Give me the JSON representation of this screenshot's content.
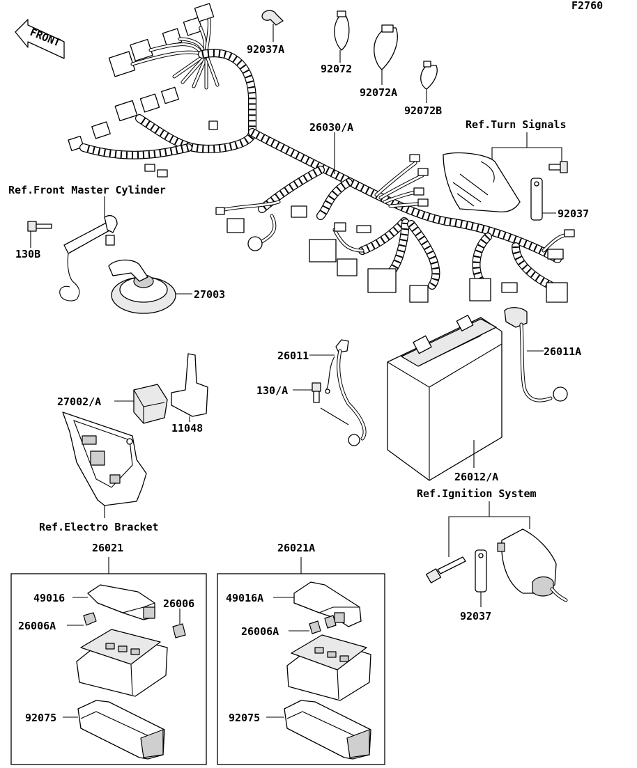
{
  "figure_code": "F2760",
  "front_label": "FRONT",
  "references": {
    "front_master_cylinder": "Ref.Front Master Cylinder",
    "turn_signals": "Ref.Turn Signals",
    "electro_bracket": "Ref.Electro Bracket",
    "ignition_system": "Ref.Ignition System"
  },
  "callouts": {
    "clamp_92037A": "92037A",
    "band_92072": "92072",
    "band_92072A": "92072A",
    "band_92072B": "92072B",
    "harness_26030A": "26030/A",
    "clamp_92037_turn": "92037",
    "bolt_130B": "130B",
    "horn_27003": "27003",
    "lead_26011": "26011",
    "bolt_130A": "130/A",
    "lead_26011A": "26011A",
    "relay_27002A": "27002/A",
    "bracket_11048": "11048",
    "battery_26012A": "26012/A",
    "clamp_92037_ign": "92037",
    "fusebox_26021": "26021",
    "fusebox_26021A": "26021A",
    "cover_49016": "49016",
    "fuse_26006A_left": "26006A",
    "fuse_26006": "26006",
    "cap_92075_left": "92075",
    "cover_49016A": "49016A",
    "fuse_26006A_right": "26006A",
    "cap_92075_right": "92075"
  }
}
